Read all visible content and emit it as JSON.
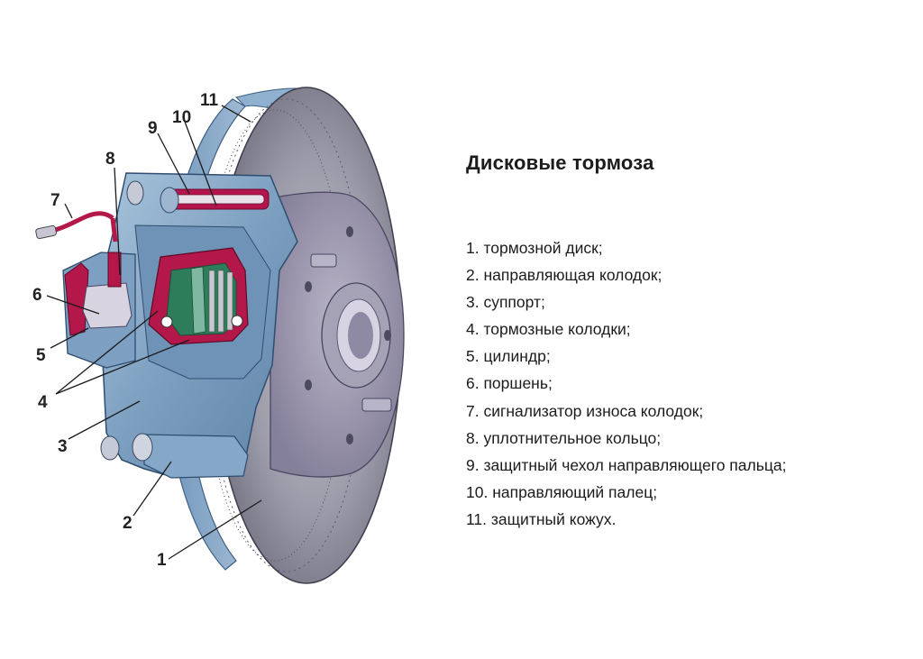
{
  "title": "Дисковые тормоза",
  "parts": [
    "1. тормозной диск;",
    "2. направляющая колодок;",
    "3. суппорт;",
    "4. тормозные колодки;",
    "5. цилиндр;",
    "6. поршень;",
    "7. сигнализатор износа колодок;",
    "8. уплотнительное кольцо;",
    "9. защитный чехол направляющего  пальца;",
    "10. направляющий палец;",
    "11. защитный кожух."
  ],
  "callouts": [
    "1",
    "2",
    "3",
    "4",
    "5",
    "6",
    "7",
    "8",
    "9",
    "10",
    "11"
  ],
  "colors": {
    "caliper_blue": "#7a9ec0",
    "disc_gray": "#8d8d9a",
    "seal_red": "#b4174a",
    "pad_green": "#2e7d5a"
  }
}
